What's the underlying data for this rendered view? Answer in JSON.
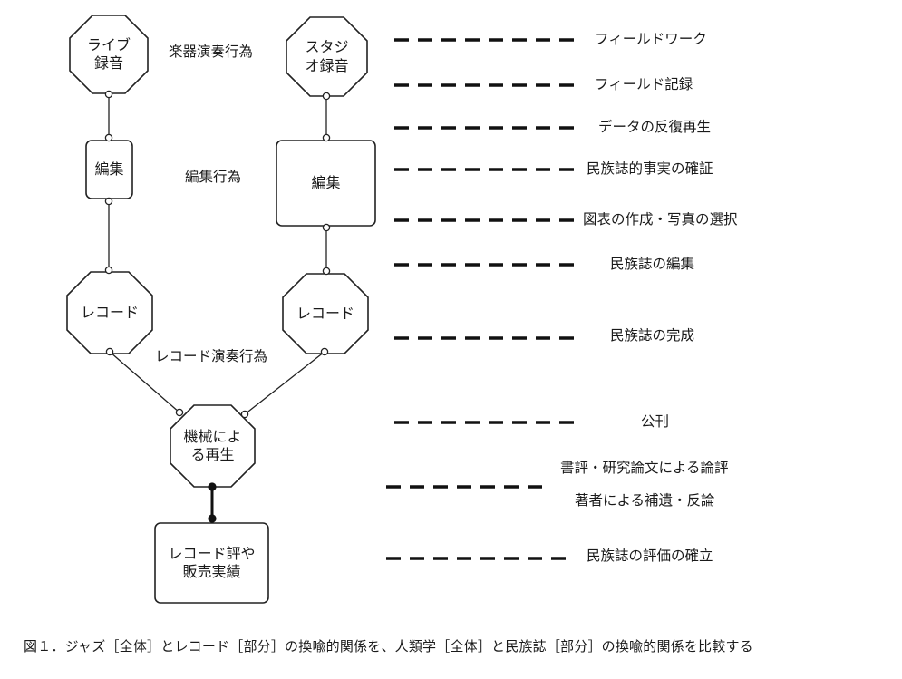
{
  "diagram": {
    "nodes": {
      "live_recording": "ライブ\n録音",
      "studio_recording": "スタジ\nオ録音",
      "edit_left": "編集",
      "edit_right": "編集",
      "record_left": "レコード",
      "record_right": "レコード",
      "machine_playback": "機械によ\nる再生",
      "review_sales": "レコード評や\n販売実績"
    },
    "act_labels": {
      "performance": "楽器演奏行為",
      "editing": "編集行為",
      "record_performance": "レコード演奏行為"
    },
    "mapping": [
      "フィールドワーク",
      "フィールド記録",
      "データの反復再生",
      "民族誌的事実の確証",
      "図表の作成・写真の選択",
      "民族誌の編集",
      "民族誌の完成",
      "公刊",
      "書評・研究論文による論評",
      "著者による補遺・反論",
      "民族誌の評価の確立"
    ]
  },
  "caption": "図１．ジャズ［全体］とレコード［部分］の換喩的関係を、人類学［全体］と民族誌［部分］の換喩的関係を比較する"
}
